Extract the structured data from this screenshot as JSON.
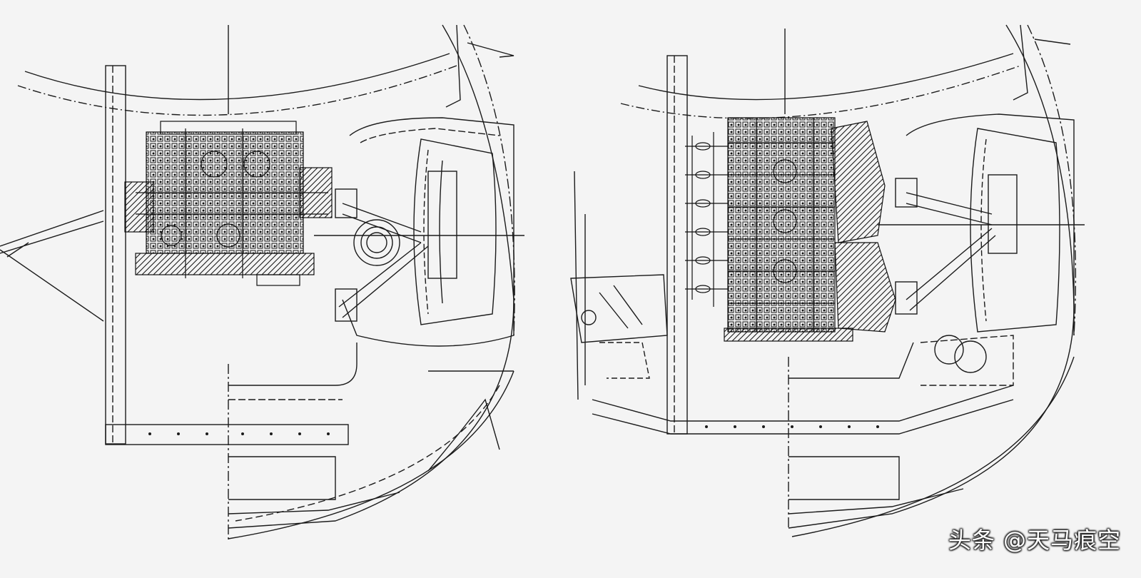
{
  "colors": {
    "background": "#f4f4f4",
    "line": "#1b1b1b",
    "dense": "#111111",
    "watermark_text": "#ffffff"
  },
  "panels": [
    {
      "id": "left",
      "content": "front-end-structure-with-engine-transverse"
    },
    {
      "id": "right",
      "content": "front-end-structure-with-engine-longitudinal"
    }
  ],
  "watermark": {
    "text": "头条 @天马痕空"
  }
}
